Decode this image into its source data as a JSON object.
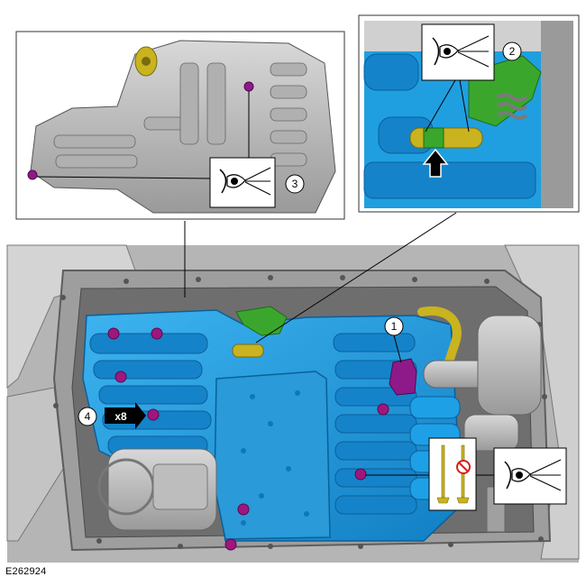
{
  "figure": {
    "reference": "E262924",
    "callouts": [
      "1",
      "2",
      "3",
      "4"
    ],
    "multiplier": "x8"
  },
  "colors": {
    "valve_body": "#1f9fe0",
    "valve_body_dark": "#0b5f9a",
    "housing": "#c9c9c9",
    "housing_dark": "#7a7a7a",
    "bolt": "#a0167f",
    "sensor": "#8e1a8a",
    "bracket": "#3aa72c",
    "pin": "#c9b31f"
  },
  "icons": [
    "eye-inspect-icon",
    "prohibited-icon",
    "arrow-up-icon",
    "arrow-right-icon"
  ]
}
